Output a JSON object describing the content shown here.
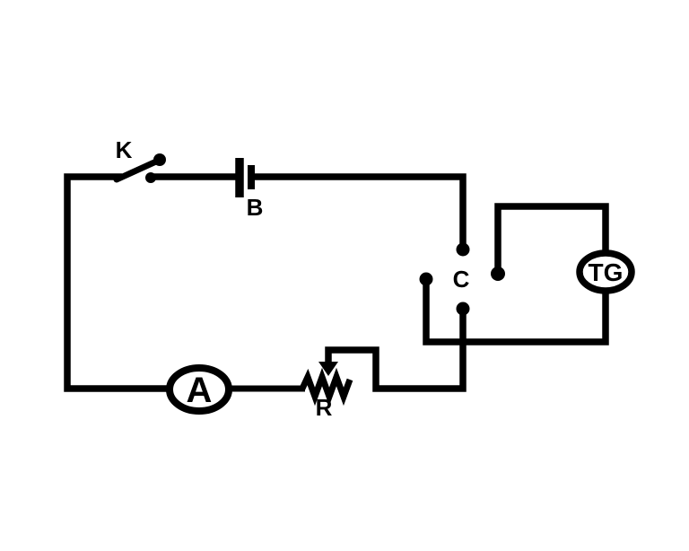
{
  "colors": {
    "background": "#ffffff",
    "ink": "#000000"
  },
  "labels": {
    "switch": "K",
    "battery": "B",
    "commutator": "C",
    "rheostat": "R",
    "ammeter": "A",
    "galvanometer": "TG"
  }
}
